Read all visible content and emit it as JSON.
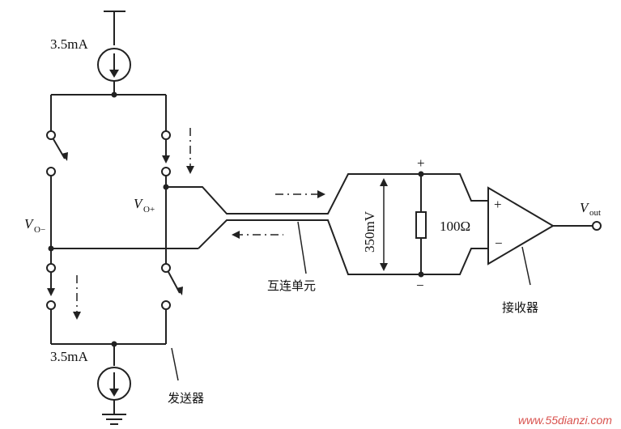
{
  "labels": {
    "current_top": "3.5mA",
    "current_bottom": "3.5mA",
    "vo_minus_main": "V",
    "vo_minus_sub": "O−",
    "vo_plus_main": "V",
    "vo_plus_sub": "O+",
    "voltage_350": "350mV",
    "resistor_100": "100Ω",
    "plus_top": "+",
    "minus_bottom": "−",
    "amp_plus": "+",
    "amp_minus": "−",
    "vout_main": "V",
    "vout_sub": "out",
    "interconnect": "互连单元",
    "receiver": "接收器",
    "transmitter": "发送器"
  },
  "watermark": "www.55dianzi.com",
  "colors": {
    "line": "#222222",
    "watermark": "#d9534f"
  }
}
